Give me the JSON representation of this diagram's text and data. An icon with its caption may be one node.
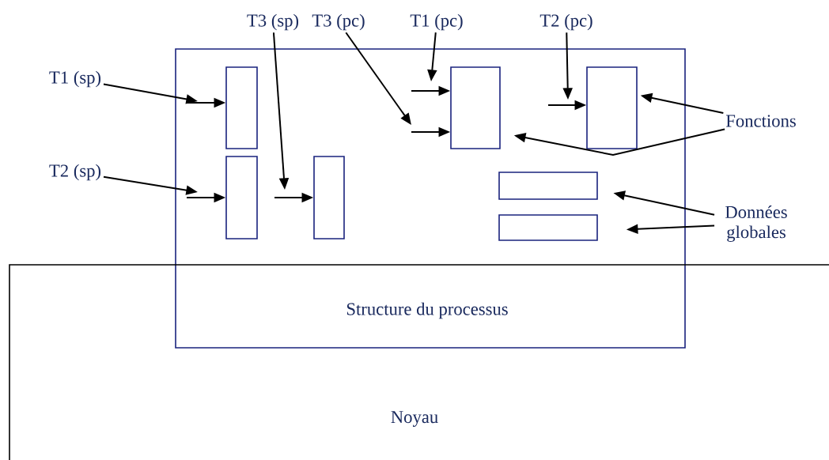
{
  "diagram": {
    "nodes": [
      {
        "text": [
          "Structure du processus"
        ]
      },
      {
        "text": [],
        "shape": "box",
        "in": 0
      },
      {
        "text": [],
        "shape": "box",
        "in": 0
      },
      {
        "text": [],
        "shape": "box",
        "in": 0
      },
      {
        "text": [],
        "shape": "box",
        "in": 0
      },
      {
        "text": [],
        "shape": "box",
        "in": 0
      },
      {
        "text": [],
        "shape": "box",
        "in": 0
      },
      {
        "text": [],
        "shape": "box",
        "in": 0
      },
      {
        "text": [
          "Noyau"
        ]
      },
      {
        "text": [
          "T1 (sp)"
        ]
      },
      {
        "text": [
          "T2 (sp)"
        ]
      },
      {
        "text": [
          "T3 (sp)"
        ]
      },
      {
        "text": [
          "T3 (pc)"
        ]
      },
      {
        "text": [
          "T1 (pc)"
        ]
      },
      {
        "text": [
          "T2 (pc)"
        ]
      },
      {
        "text": [
          "Fonctions"
        ]
      },
      {
        "text": [
          "Données globales"
        ]
      }
    ],
    "edges": [
      {
        "from": null,
        "to": 1,
        "arrow": "to"
      },
      {
        "from": null,
        "to": 2,
        "arrow": "to"
      },
      {
        "from": null,
        "to": 3,
        "arrow": "to"
      },
      {
        "from": null,
        "to": 4,
        "arrow": "to"
      },
      {
        "from": null,
        "to": 4,
        "arrow": "to"
      },
      {
        "from": null,
        "to": 5,
        "arrow": "to"
      },
      {
        "from": 9,
        "to": null,
        "arrow": "to"
      },
      {
        "from": 10,
        "to": null,
        "arrow": "to"
      },
      {
        "from": 11,
        "to": null,
        "arrow": "to"
      },
      {
        "from": 12,
        "to": null,
        "arrow": "to"
      },
      {
        "from": 13,
        "to": null,
        "arrow": "to"
      },
      {
        "from": 14,
        "to": null,
        "arrow": "to"
      },
      {
        "from": 15,
        "to": 5,
        "arrow": "to"
      },
      {
        "from": 15,
        "to": 4,
        "arrow": "to"
      },
      {
        "from": 16,
        "to": 6,
        "arrow": "to"
      },
      {
        "from": 16,
        "to": 7,
        "arrow": "to"
      }
    ]
  }
}
